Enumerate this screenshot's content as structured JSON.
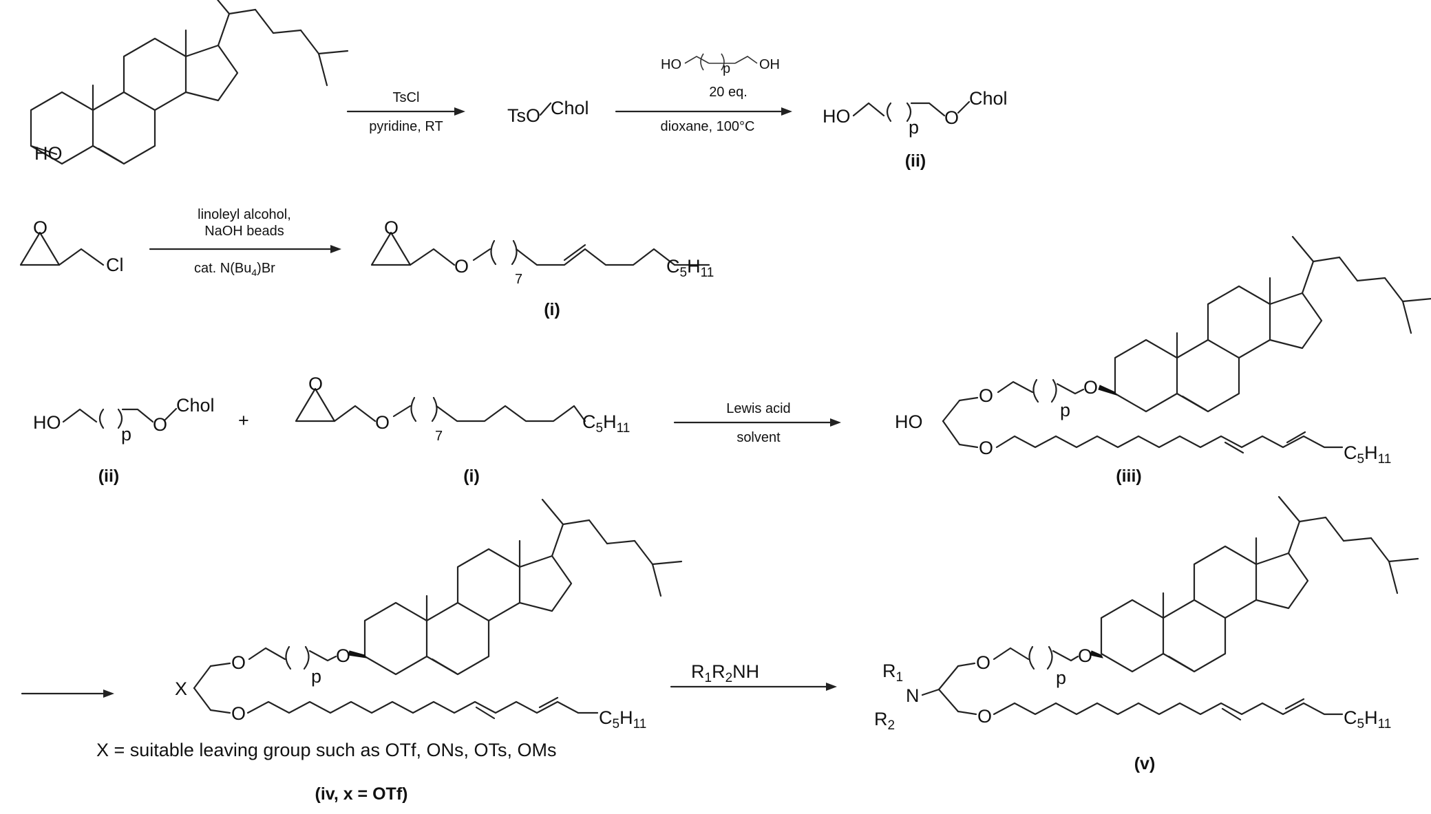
{
  "scheme": {
    "row1": {
      "start_oh": "HO",
      "reagent_top": "TsCl",
      "reagent_bottom": "pyridine, RT",
      "tos_prefix": "TsO",
      "tos_chol": "Chol",
      "diol_ho": "HO",
      "diol_p": "p",
      "diol_oh": "OH",
      "step2_eq": "20 eq.",
      "step2_cond": "dioxane, 100°C",
      "prod_ho": "HO",
      "prod_p": "p",
      "prod_o": "O",
      "prod_chol": "Chol",
      "label": "(ii)"
    },
    "row2": {
      "epi_cl": "Cl",
      "reagent_line1": "linoleyl alcohol,",
      "reagent_line2": "NaOH beads",
      "reagent_cat": "cat. N(Bu",
      "reagent_cat_sub": "4",
      "reagent_cat_end": ")Br",
      "prod_o": "O",
      "prod_n": "7",
      "prod_c": "C",
      "prod_c_sub1": "5",
      "prod_h": "H",
      "prod_h_sub": "11",
      "label": "(i)"
    },
    "row3": {
      "ii_ho": "HO",
      "ii_p": "p",
      "ii_o": "O",
      "ii_chol": "Chol",
      "plus": "+",
      "i_o": "O",
      "i_n": "7",
      "i_c": "C",
      "i_c_sub": "5",
      "i_h": "H",
      "i_h_sub": "11",
      "label_ii": "(ii)",
      "label_i": "(i)",
      "reagent_top": "Lewis acid",
      "reagent_bottom": "solvent",
      "iii_ho": "HO",
      "iii_o1": "O",
      "iii_p": "p",
      "iii_o2": "O",
      "iii_o3": "O",
      "iii_c": "C",
      "iii_c_sub": "5",
      "iii_h": "H",
      "iii_h_sub": "11",
      "label_iii": "(iii)"
    },
    "row4": {
      "iv_x": "X",
      "iv_o1": "O",
      "iv_p": "p",
      "iv_o2": "O",
      "iv_o3": "O",
      "iv_c": "C",
      "iv_c_sub": "5",
      "iv_h": "H",
      "iv_h_sub": "11",
      "note": "X = suitable leaving group such as OTf, ONs, OTs, OMs",
      "label_iv": "(iv, x = OTf)",
      "reagent_r1": "R",
      "reagent_r1_sub": "1",
      "reagent_r2": "R",
      "reagent_r2_sub": "2",
      "reagent_nh": "NH",
      "v_r1": "R",
      "v_r1_sub": "1",
      "v_n": "N",
      "v_r2": "R",
      "v_r2_sub": "2",
      "v_o1": "O",
      "v_p": "p",
      "v_o2": "O",
      "v_o3": "O",
      "v_c": "C",
      "v_c_sub": "5",
      "v_h": "H",
      "v_h_sub": "11",
      "label_v": "(v)"
    }
  }
}
